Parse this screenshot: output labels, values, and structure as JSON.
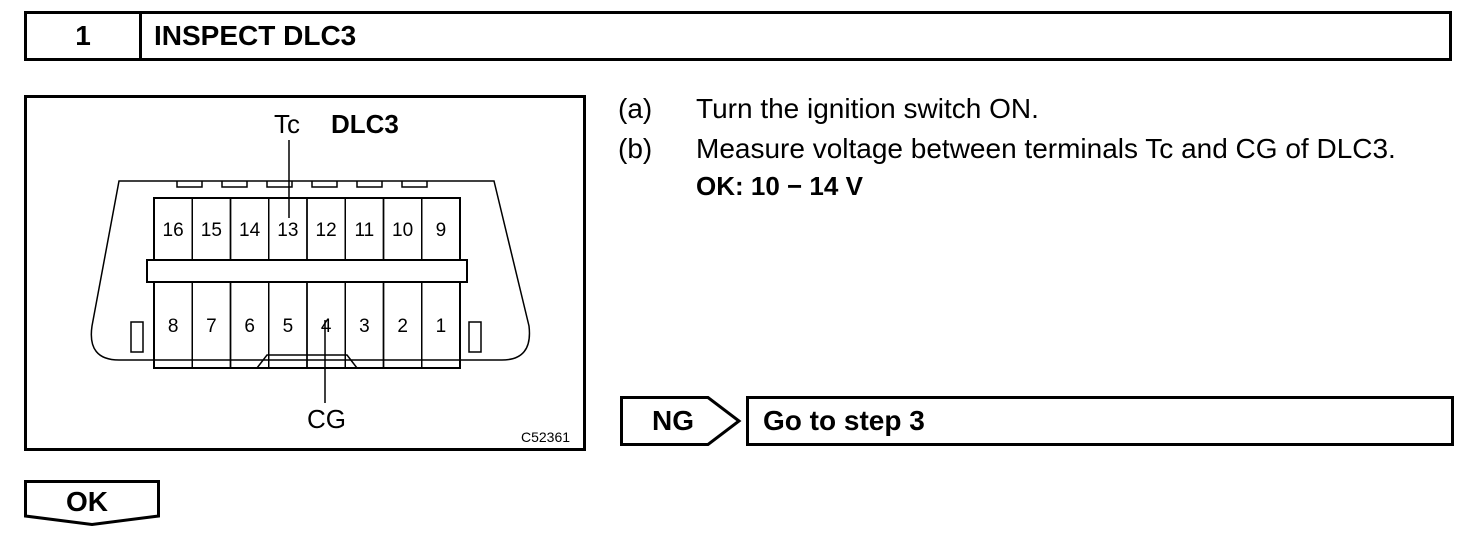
{
  "step": {
    "number": "1",
    "title": "INSPECT DLC3"
  },
  "figure": {
    "tc_label": "Tc",
    "connector_label": "DLC3",
    "cg_label": "CG",
    "figure_code": "C52361",
    "top_pins": [
      "16",
      "15",
      "14",
      "13",
      "12",
      "11",
      "10",
      "9"
    ],
    "bottom_pins": [
      "8",
      "7",
      "6",
      "5",
      "4",
      "3",
      "2",
      "1"
    ]
  },
  "instructions": [
    {
      "label": "(a)",
      "text": "Turn the ignition switch ON."
    },
    {
      "label": "(b)",
      "text": "Measure voltage between terminals Tc and CG of DLC3."
    }
  ],
  "ok_spec": "OK: 10 − 14 V",
  "ng_label": "NG",
  "ng_action": "Go to step 3",
  "ok_label": "OK"
}
